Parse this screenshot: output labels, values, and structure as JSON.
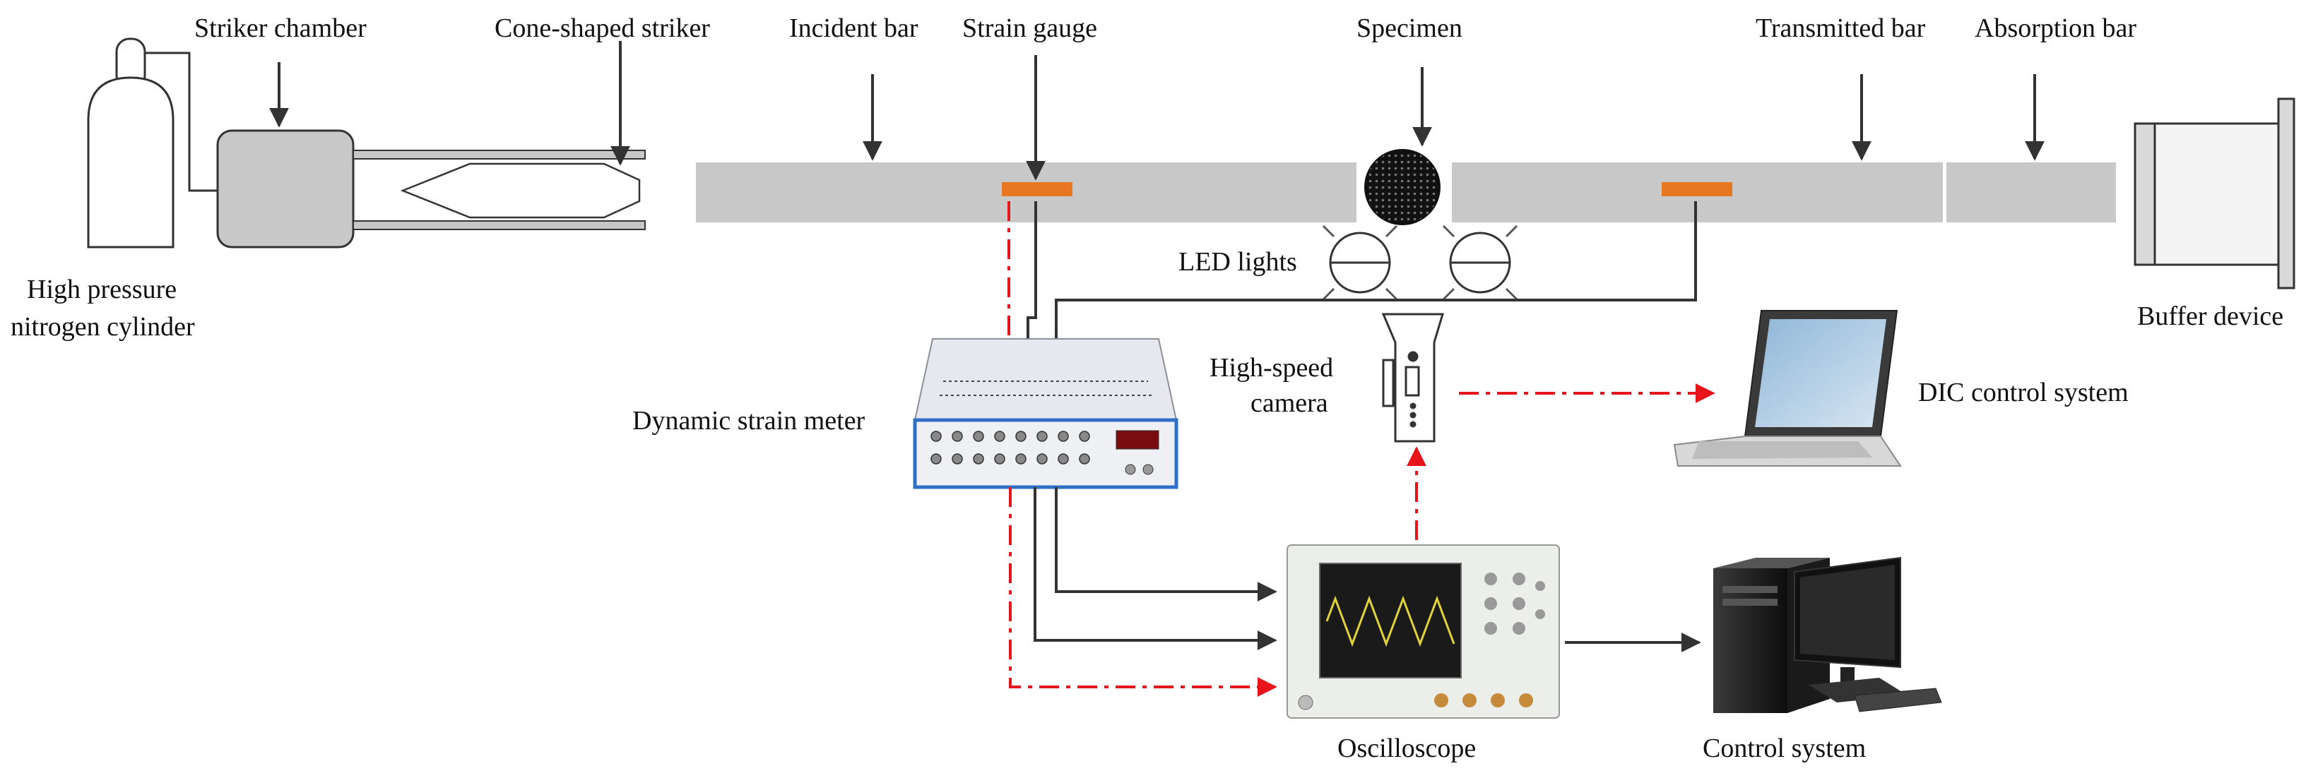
{
  "labels": {
    "cylinder_line1": "High pressure",
    "cylinder_line2": "nitrogen cylinder",
    "striker_chamber": "Striker chamber",
    "cone_striker": "Cone-shaped striker",
    "incident_bar": "Incident bar",
    "strain_gauge": "Strain gauge",
    "specimen": "Specimen",
    "transmitted_bar": "Transmitted bar",
    "absorption_bar": "Absorption bar",
    "buffer_device": "Buffer device",
    "led_lights": "LED lights",
    "camera_line1": "High-speed",
    "camera_line2": "camera",
    "dic_control": "DIC control system",
    "strain_meter": "Dynamic strain meter",
    "oscilloscope": "Oscilloscope",
    "control_system": "Control system"
  },
  "colors": {
    "bar": "#c8c8c8",
    "gauge": "#e87722",
    "signal_red": "#e8141b",
    "wire": "#333333",
    "specimen": "#111111"
  }
}
